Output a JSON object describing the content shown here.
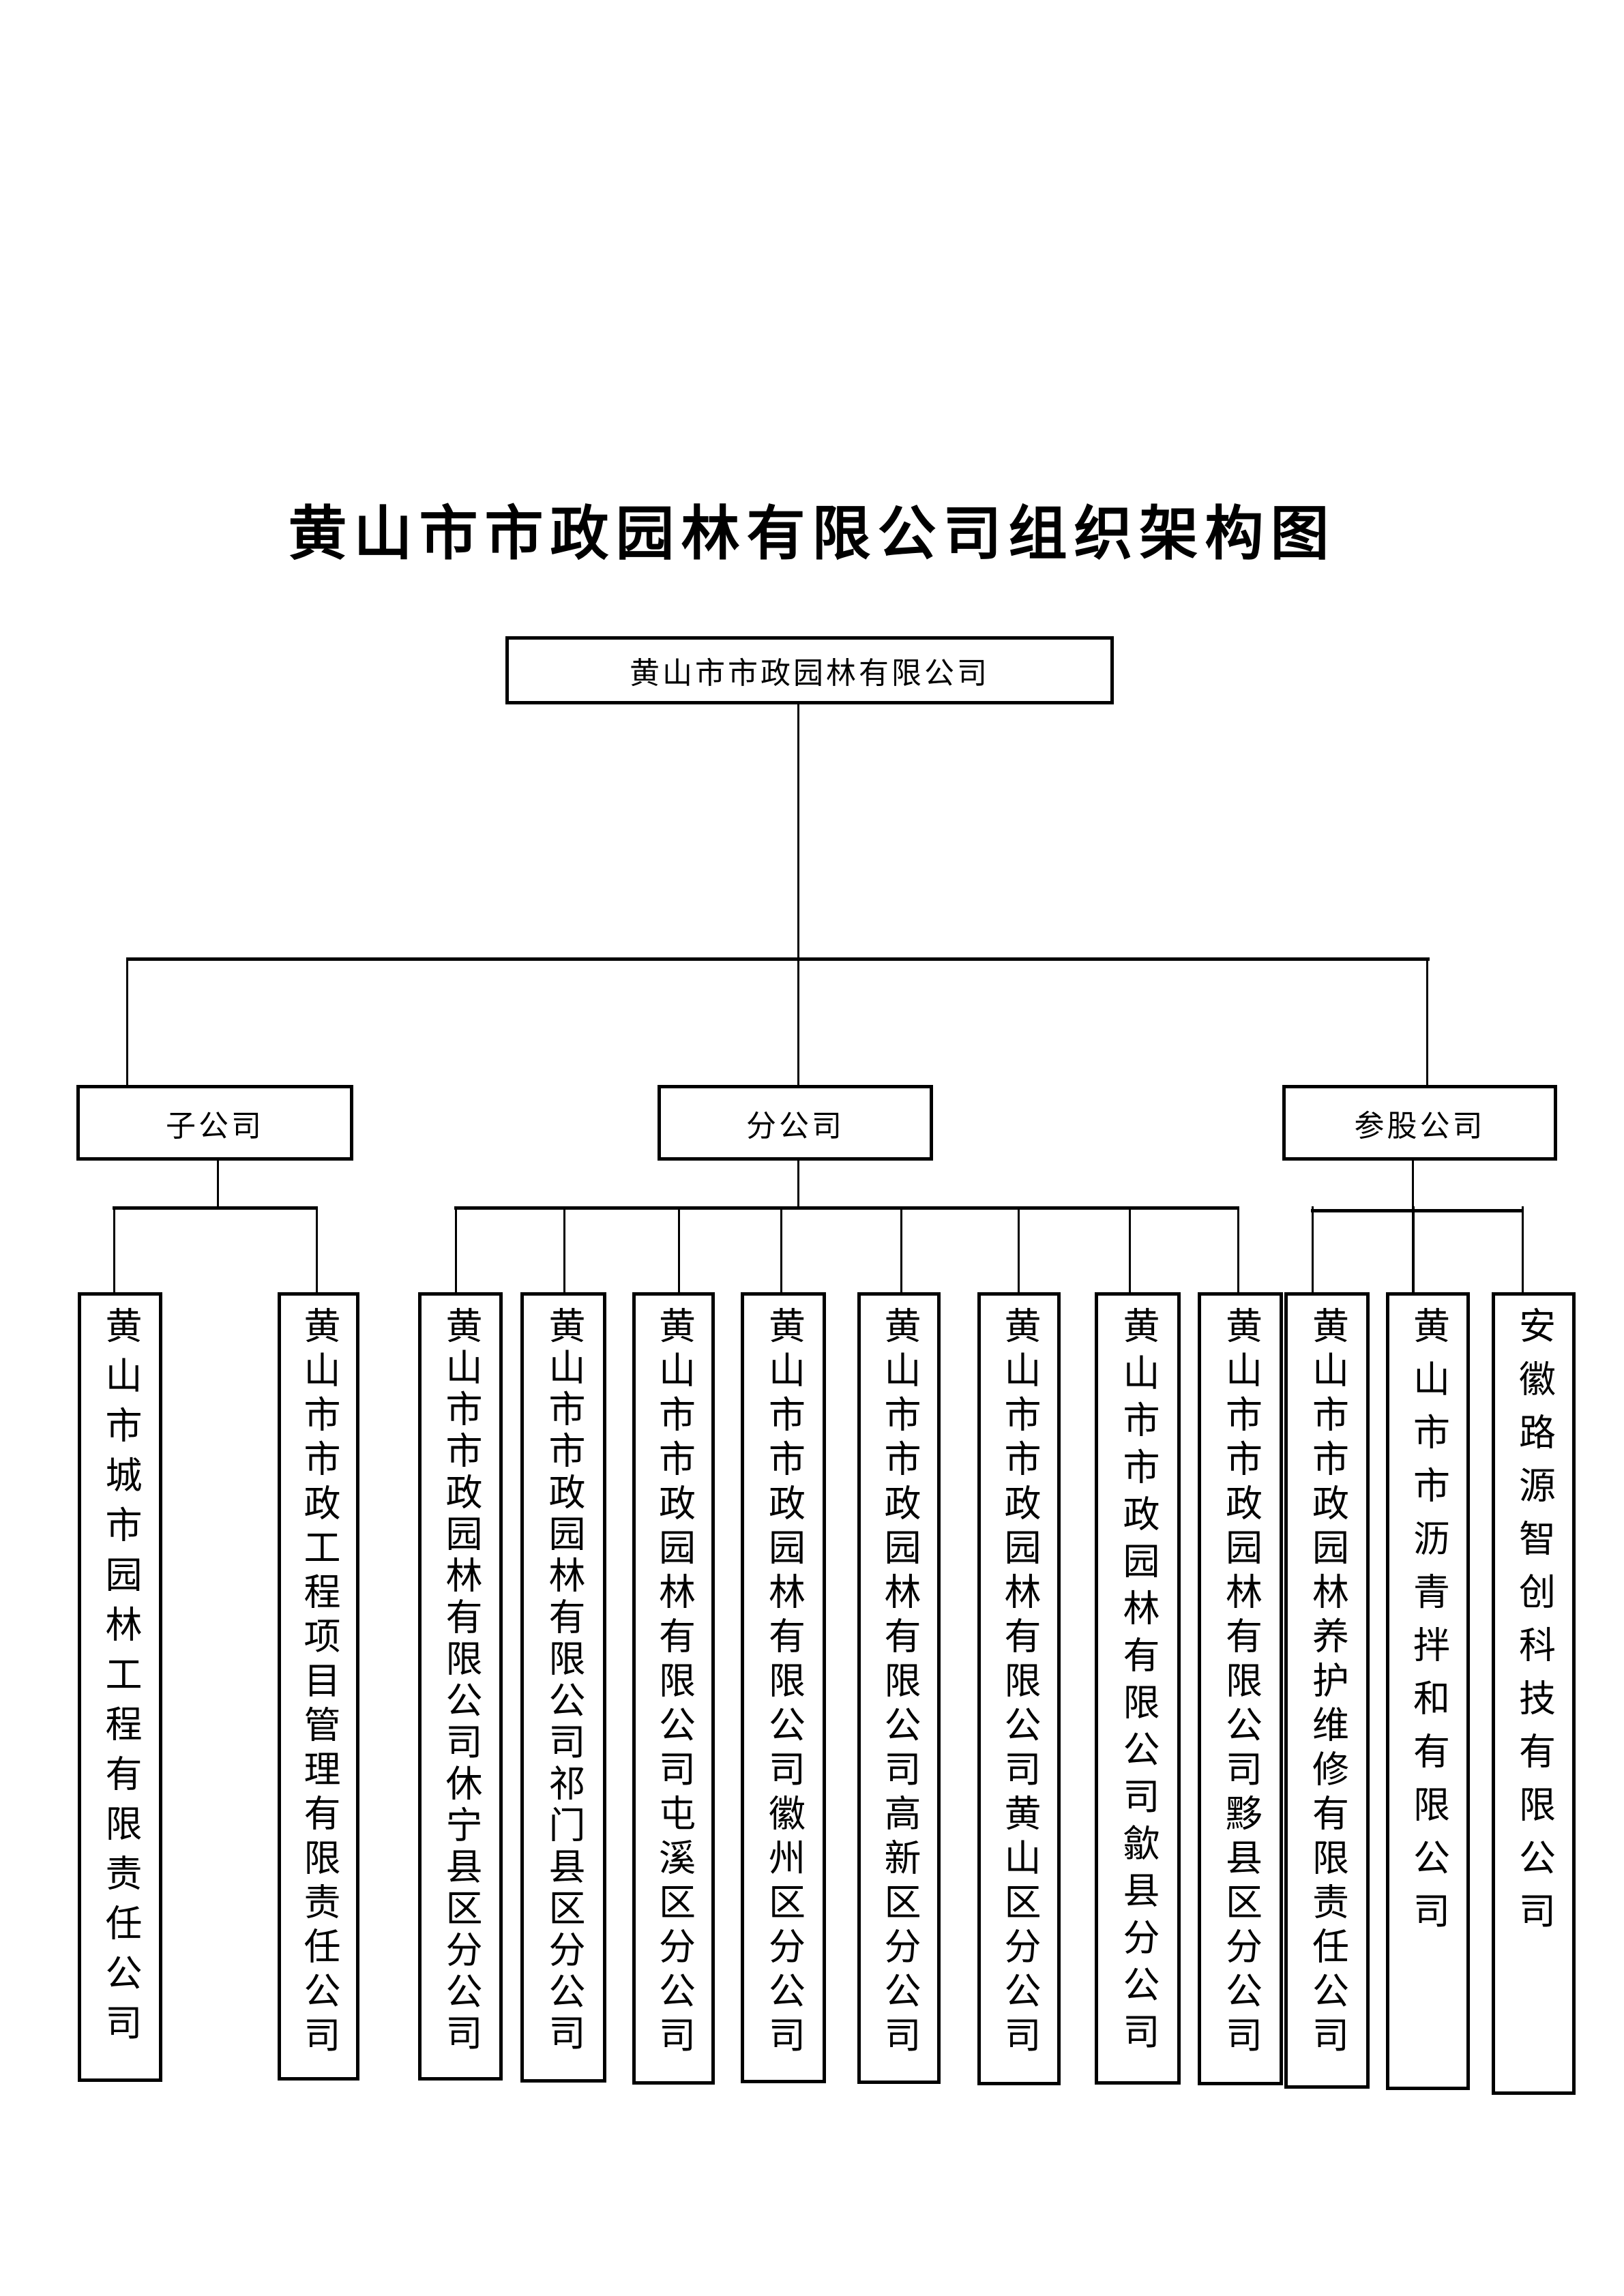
{
  "title": "黄山市市政园林有限公司组织架构图",
  "root": {
    "label": "黄山市市政园林有限公司"
  },
  "groups": [
    {
      "label": "子公司",
      "children": [
        "黄山市城市园林工程有限责任公司",
        "黄山市市政工程项目管理有限责任公司"
      ]
    },
    {
      "label": "分公司",
      "children": [
        "黄山市市政园林有限公司休宁县区分公司",
        "黄山市市政园林有限公司祁门县区分公司",
        "黄山市市政园林有限公司屯溪区分公司",
        "黄山市市政园林有限公司徽州区分公司",
        "黄山市市政园林有限公司高新区分公司",
        "黄山市市政园林有限公司黄山区分公司",
        "黄山市市政园林有限公司歙县分公司",
        "黄山市市政园林有限公司黟县区分公司"
      ]
    },
    {
      "label": "参股公司",
      "children": [
        "黄山市市政园林养护维修有限责任公司",
        "黄山市市沥青拌和有限公司",
        "安徽路源智创科技有限公司"
      ]
    }
  ],
  "colors": {
    "background": "#ffffff",
    "line": "#000000",
    "text": "#000000"
  }
}
